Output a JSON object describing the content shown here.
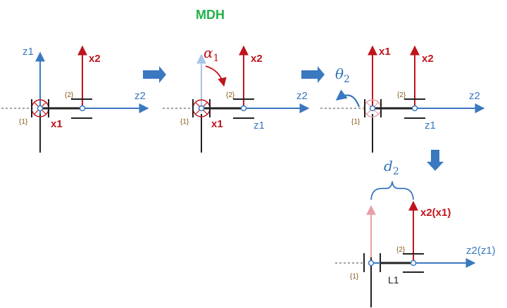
{
  "title": "MDH",
  "colors": {
    "axis_blue": "#3a78c0",
    "axis_red": "#c0141c",
    "axis_red_faded": "#e8a0a6",
    "axis_blue_faded": "#a9c4e6",
    "frame_label": "#8a5a1c",
    "title_green": "#22b04a",
    "step_arrow": "#3a78c0"
  },
  "panels": {
    "p1": {
      "z1": "z1",
      "x2": "x2",
      "z2": "z2",
      "x1": "x1",
      "frame1": "{1}",
      "frame2": "{2}"
    },
    "p2": {
      "alpha": "α",
      "alpha_sub": "1",
      "x2": "x2",
      "z2": "z2",
      "x1": "x1",
      "z1": "z1",
      "frame1": "{1}",
      "frame2": "{2}"
    },
    "p3": {
      "theta": "θ",
      "theta_sub": "2",
      "x1": "x1",
      "x2": "x2",
      "z2": "z2",
      "z1": "z1",
      "frame1": "{1}",
      "frame2": "{2}"
    },
    "p4": {
      "d": "d",
      "d_sub": "2",
      "x2": "x2(x1)",
      "z2": "z2(z1)",
      "link": "L1",
      "frame1": "{1}",
      "frame2": "{2}"
    }
  }
}
